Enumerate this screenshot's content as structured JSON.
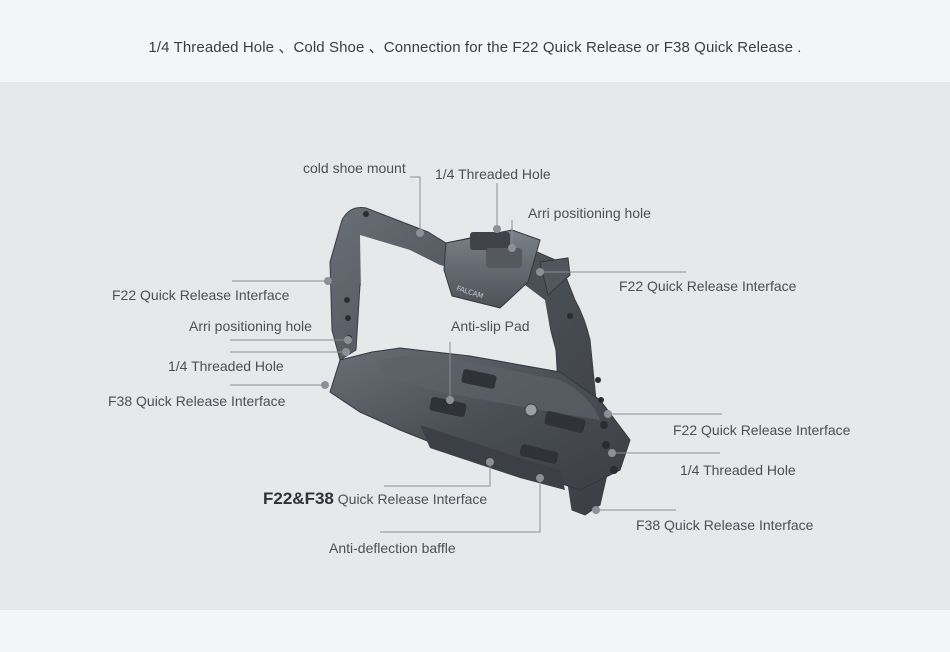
{
  "header": {
    "caption": "1/4 Threaded Hole 、Cold Shoe 、Connection for the F22 Quick Release or F38 Quick Release ."
  },
  "callouts": {
    "cold_shoe_mount": "cold shoe mount",
    "threaded_hole_top": "1/4 Threaded Hole",
    "arri_hole_top": "Arri positioning hole",
    "f22_left": "F22 Quick Release Interface",
    "f22_right_top": "F22 Quick Release Interface",
    "arri_hole_left": "Arri positioning hole",
    "anti_slip_pad": "Anti-slip Pad",
    "threaded_hole_left": "1/4 Threaded Hole",
    "f38_left": "F38 Quick Release Interface",
    "f22_right_mid": "F22 Quick Release Interface",
    "threaded_hole_right": "1/4 Threaded Hole",
    "f22f38_strong": "F22&F38",
    "f22f38_rest": " Quick Release Interface",
    "f38_right_bottom": "F38 Quick Release Interface",
    "anti_deflection_baffle": "Anti-deflection baffle"
  },
  "product": {
    "logo_text": "FALCAM",
    "body_color": "#4a4e55",
    "edge_color": "#6f747c",
    "dot_color": "#8d9096",
    "line_color": "#7b7f85"
  }
}
